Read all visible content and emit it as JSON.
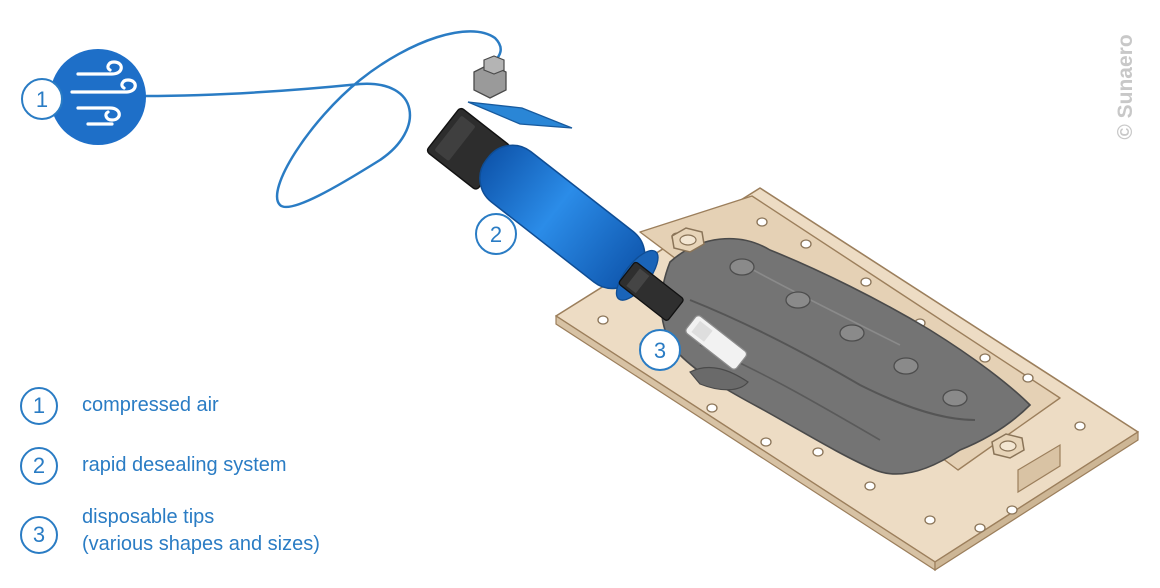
{
  "callouts": [
    {
      "number": "1",
      "label": "compressed air"
    },
    {
      "number": "2",
      "label": "rapid desealing system"
    },
    {
      "number": "3",
      "label": "disposable tips",
      "label_line2": "(various shapes and sizes)"
    }
  ],
  "copyright": "© Sunaero",
  "colors": {
    "accent_blue": "#2a7cc4",
    "tool_blue": "#1e6fc8",
    "plate": "#eddcc4",
    "sealant": "#6d6d6d"
  },
  "icons": {
    "air": "wind-icon"
  }
}
